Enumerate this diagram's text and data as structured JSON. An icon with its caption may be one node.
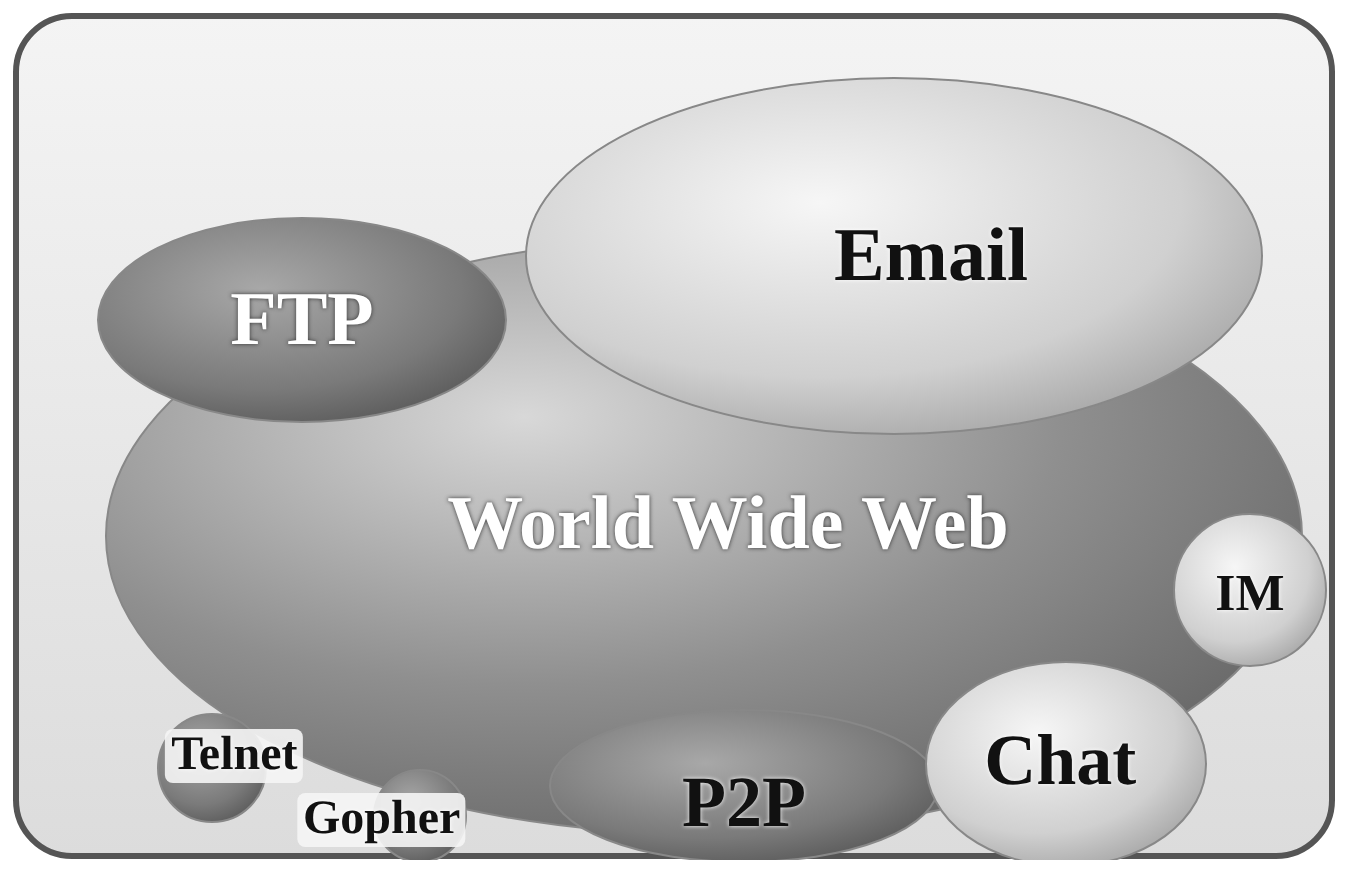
{
  "diagram": {
    "nodes": [
      {
        "text": [],
        "shape": "box"
      },
      {
        "text": [
          "World Wide Web"
        ],
        "in": 0
      },
      {
        "text": [
          "Email"
        ],
        "in": 0
      },
      {
        "text": [
          "FTP"
        ],
        "in": 0
      },
      {
        "text": [
          "IM"
        ],
        "in": 0
      },
      {
        "text": [
          "Chat"
        ],
        "in": 0
      },
      {
        "text": [
          "P2P"
        ],
        "in": 0
      },
      {
        "text": [
          "Telnet"
        ],
        "in": 0
      },
      {
        "text": [
          "Gopher"
        ],
        "in": 0
      }
    ]
  }
}
